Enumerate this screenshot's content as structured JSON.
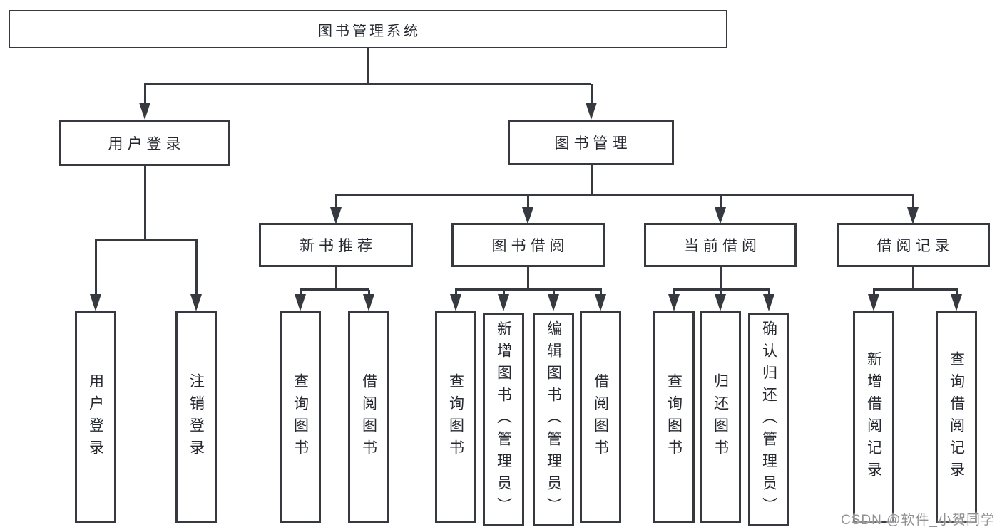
{
  "diagram_type": "hierarchy-tree",
  "tree": {
    "label": "图书管理系统",
    "children": [
      {
        "label": "用户登录",
        "children": [
          {
            "label": "用户登录"
          },
          {
            "label": "注销登录"
          }
        ]
      },
      {
        "label": "图书管理",
        "children": [
          {
            "label": "新书推荐",
            "children": [
              {
                "label": "查询图书"
              },
              {
                "label": "借阅图书"
              }
            ]
          },
          {
            "label": "图书借阅",
            "children": [
              {
                "label": "查询图书"
              },
              {
                "label": "新增图书（管理员）"
              },
              {
                "label": "编辑图书（管理员）"
              },
              {
                "label": "借阅图书"
              }
            ]
          },
          {
            "label": "当前借阅",
            "children": [
              {
                "label": "查询图书"
              },
              {
                "label": "归还图书"
              },
              {
                "label": "确认归还（管理员）"
              }
            ]
          },
          {
            "label": "借阅记录",
            "children": [
              {
                "label": "新增借阅记录"
              },
              {
                "label": "查询借阅记录"
              }
            ]
          }
        ]
      }
    ]
  },
  "watermark": {
    "text": "CSDN @软件_小贺同学",
    "color": "#919191"
  },
  "colors": {
    "line": "#363a40",
    "text": "#262a30",
    "box_background": "#ffffff",
    "page_background": "#ffffff"
  }
}
